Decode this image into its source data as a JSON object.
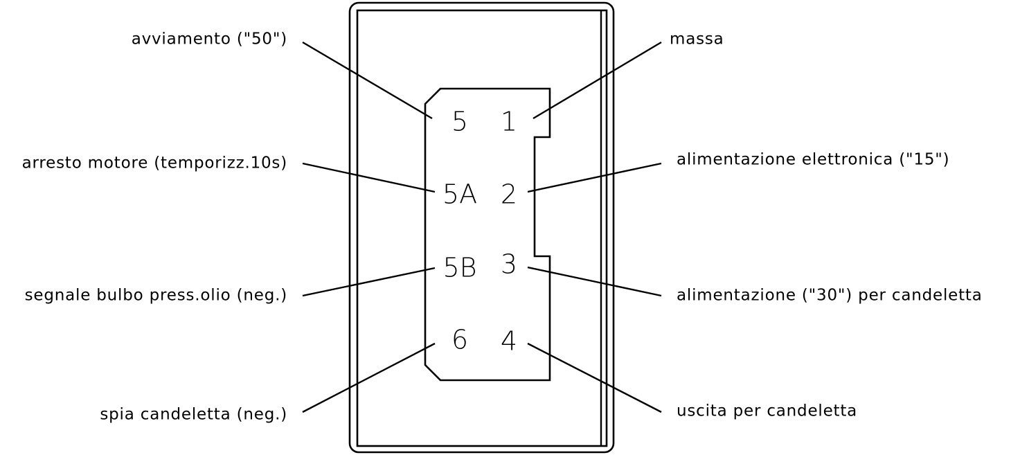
{
  "pins": {
    "p5": "5",
    "p1": "1",
    "p5a": "5A",
    "p2": "2",
    "p5b": "5B",
    "p3": "3",
    "p6": "6",
    "p4": "4"
  },
  "labels": {
    "left": {
      "avviamento": "avviamento (\"50\")",
      "arresto": "arresto motore (temporizz.10s)",
      "segnale": "segnale bulbo press.olio (neg.)",
      "spia": "spia candeletta (neg.)"
    },
    "right": {
      "massa": "massa",
      "alim_elettronica": "alimentazione elettronica (\"15\")",
      "alim_30": "alimentazione (\"30\") per candeletta",
      "uscita": "uscita per candeletta"
    }
  },
  "colors": {
    "line": "#000000",
    "background": "#ffffff"
  }
}
